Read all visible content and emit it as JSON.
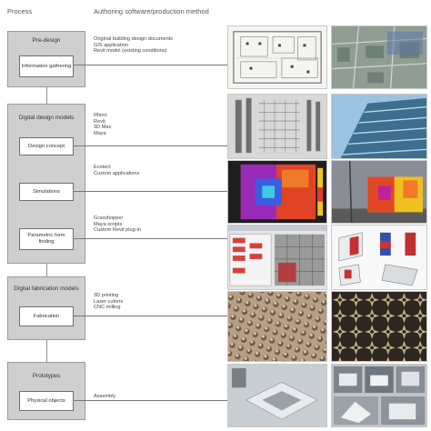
{
  "headers": {
    "process": "Process",
    "method": "Authoring software/production method"
  },
  "stages": [
    {
      "title": "Pre-design",
      "steps": [
        {
          "label": "Information gathering",
          "tools": [
            "Original building design documents",
            "GIS application",
            "Revit model (existing conditions)"
          ]
        }
      ]
    },
    {
      "title": "Digital design models",
      "steps": [
        {
          "label": "Design concept",
          "tools": [
            "Rhino",
            "Revit",
            "3D Max",
            "Maya"
          ]
        },
        {
          "label": "Simulations",
          "tools": [
            "Ecotect",
            "Custom applications"
          ]
        },
        {
          "label": "Parametric form finding",
          "tools": [
            "Grasshopper",
            "Maya scripts",
            "Custom Revit plug-in"
          ]
        }
      ]
    },
    {
      "title": "Digital fabrication models",
      "steps": [
        {
          "label": "Fabrication",
          "tools": [
            "3D printing",
            "Laser cutters",
            "CNC milling"
          ]
        }
      ]
    },
    {
      "title": "Prototypes",
      "steps": [
        {
          "label": "Physical objects",
          "tools": [
            "Assembly"
          ]
        }
      ]
    }
  ],
  "images": [
    {
      "left": "floor-plan-drawing",
      "right": "gis-aerial-map"
    },
    {
      "left": "facade-panel-render",
      "right": "building-facade-photo"
    },
    {
      "left": "thermal-simulation-plot",
      "right": "heat-map-building-overlay"
    },
    {
      "left": "grasshopper-software-screenshot",
      "right": "parametric-panel-diagrams"
    },
    {
      "left": "3d-printed-texture-closeup",
      "right": "laser-cut-panel-pattern"
    },
    {
      "left": "physical-model-prototype",
      "right": "prototype-photo-collage"
    }
  ]
}
